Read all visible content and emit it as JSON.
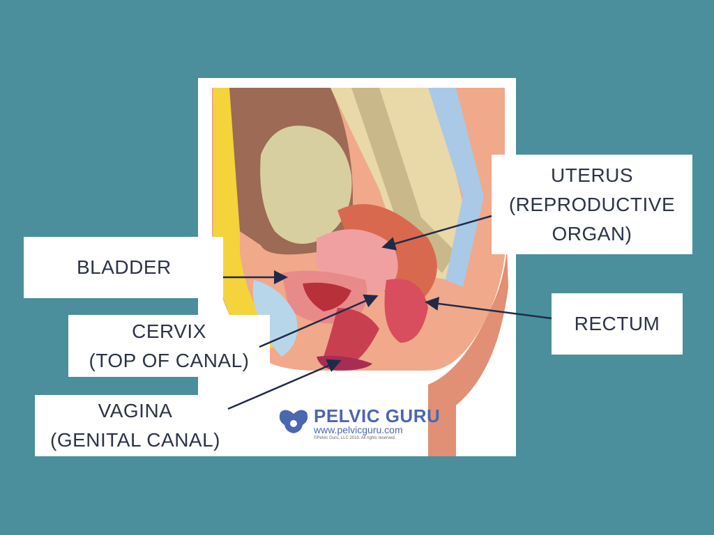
{
  "labels": {
    "uterus": [
      "UTERUS",
      "(REPRODUCTIVE",
      "ORGAN)"
    ],
    "bladder": [
      "BLADDER"
    ],
    "rectum": [
      "RECTUM"
    ],
    "cervix": [
      "CERVIX",
      "(TOP OF CANAL)"
    ],
    "vagina": [
      "VAGINA",
      "(GENITAL CANAL)"
    ]
  },
  "logo": {
    "name": "PELVIC GURU",
    "url": "www.pelvicguru.com",
    "copyright": "©Pelvic Guru, LLC 2019. All rights reserved."
  },
  "colors": {
    "background": "#4a8f9b",
    "arrow": "#1f2a4a",
    "text": "#2b3346",
    "brand": "#4a67b0"
  }
}
